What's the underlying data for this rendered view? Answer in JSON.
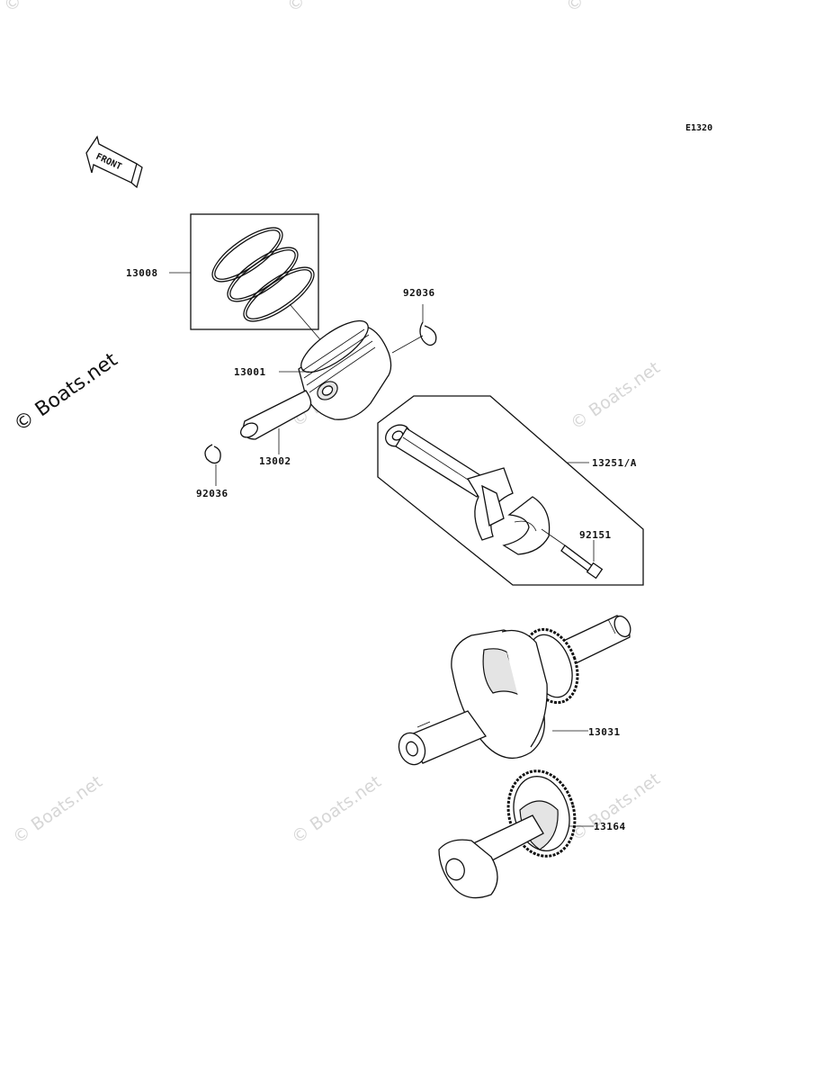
{
  "diagram_code": "E1320",
  "front_label": "FRONT",
  "watermark": "© Boats.net",
  "parts": [
    {
      "id": "ring-set",
      "label": "13008"
    },
    {
      "id": "piston",
      "label": "13001"
    },
    {
      "id": "piston-pin",
      "label": "13002"
    },
    {
      "id": "snap-ring-upper",
      "label": "92036"
    },
    {
      "id": "snap-ring-lower",
      "label": "92036"
    },
    {
      "id": "connecting-rod",
      "label": "13251/A"
    },
    {
      "id": "rod-bolt",
      "label": "92151"
    },
    {
      "id": "crankshaft",
      "label": "13031"
    },
    {
      "id": "balancer",
      "label": "13164"
    }
  ]
}
